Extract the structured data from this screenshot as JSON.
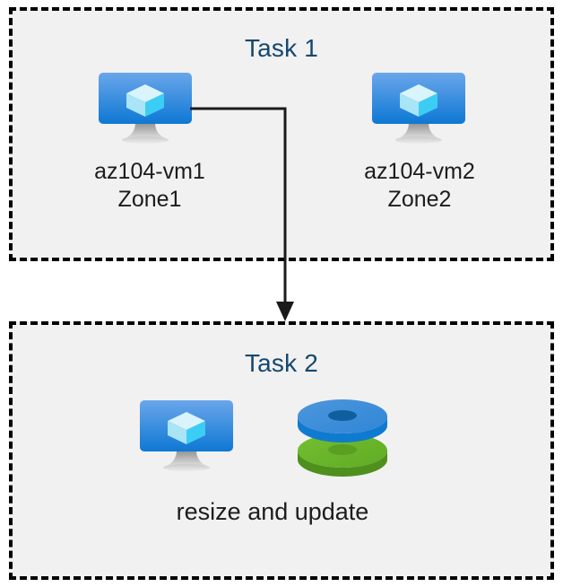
{
  "diagram": {
    "title_color": "#16486f",
    "box_fill": "#f1f1f1",
    "box_border_color": "#000000",
    "label_color": "#1c1c1c",
    "connector_color": "#1a1a1a"
  },
  "groups": [
    {
      "id": "task1",
      "title": "Task 1",
      "nodes": [
        {
          "id": "vm1",
          "icon": "azure-virtual-machine-icon",
          "label_line1": "az104-vm1",
          "label_line2": "Zone1"
        },
        {
          "id": "vm2",
          "icon": "azure-virtual-machine-icon",
          "label_line1": "az104-vm2",
          "label_line2": "Zone2"
        }
      ]
    },
    {
      "id": "task2",
      "title": "Task 2",
      "nodes": [
        {
          "id": "vm3",
          "icon": "azure-virtual-machine-icon"
        },
        {
          "id": "disks",
          "icon": "azure-disks-icon"
        }
      ],
      "caption": "resize and update"
    }
  ],
  "connector": {
    "label": "",
    "from": "vm1",
    "to": "task2",
    "arrow_head": "down"
  },
  "colors": {
    "vm_screen_top": "#5ea0e8",
    "vm_screen_bottom": "#0f7ad4",
    "vm_stand": "#b5b5b5",
    "vm_cube_top": "#d4f2fb",
    "vm_cube_left": "#9fe2f5",
    "vm_cube_right": "#3fd0f5",
    "disk_blue_top": "#3e8dd8",
    "disk_blue_side": "#0f7bd0",
    "disk_blue_hole": "#0f5f9e",
    "disk_green_top": "#6cb92b",
    "disk_green_side": "#4f8f1d",
    "disk_green_hole": "#579b21"
  }
}
